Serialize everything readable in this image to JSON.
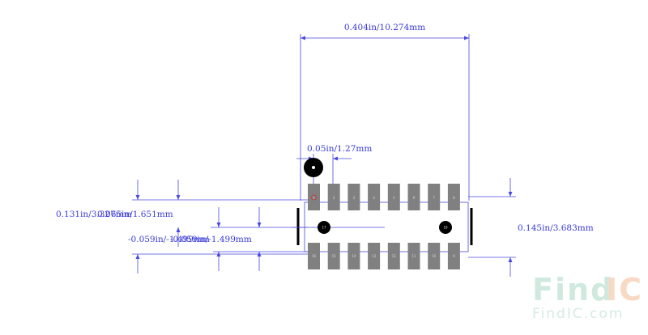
{
  "dimensions": {
    "width_top": "0.404in/10.274mm",
    "pitch": "0.05in/1.27mm",
    "left_upper": "0.131in/3.327mm",
    "left_upper_overlap": "0.065in/1.651mm",
    "left_lower": "-0.059in/-1.499mm",
    "left_lower_overlap": "-0.059in/-1.499mm",
    "right_height": "0.145in/3.683mm"
  },
  "pads": {
    "top_labels": [
      "1",
      "2",
      "3",
      "4",
      "5",
      "6",
      "7",
      "8"
    ],
    "bottom_labels": [
      "16",
      "15",
      "14",
      "13",
      "12",
      "11",
      "10",
      "9"
    ]
  },
  "markers": {
    "left_dot": "17",
    "right_dot": "18"
  },
  "watermark": {
    "logo_left": "Find",
    "logo_right": "IC",
    "url": "FindIC.com"
  },
  "colors": {
    "dimension_line": "#4a4ae0",
    "pad": "#808080",
    "body_bar": "#000000",
    "watermark_green": "#cfe9de",
    "watermark_orange": "#f7d9c4"
  }
}
